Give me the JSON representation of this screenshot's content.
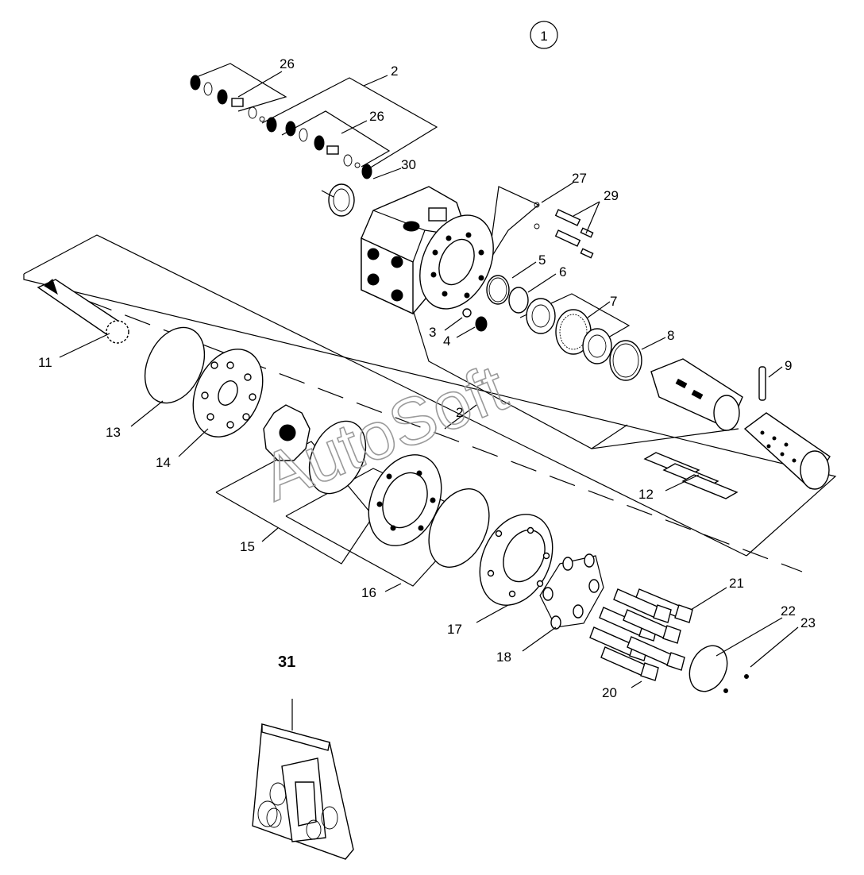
{
  "sheet_number": "1",
  "watermark": "AutoSoft",
  "callouts": [
    {
      "id": "c2a",
      "text": "2"
    },
    {
      "id": "c2b",
      "text": "2"
    },
    {
      "id": "c3",
      "text": "3"
    },
    {
      "id": "c4",
      "text": "4"
    },
    {
      "id": "c5",
      "text": "5"
    },
    {
      "id": "c6",
      "text": "6"
    },
    {
      "id": "c7",
      "text": "7"
    },
    {
      "id": "c8",
      "text": "8"
    },
    {
      "id": "c9",
      "text": "9"
    },
    {
      "id": "c11",
      "text": "11"
    },
    {
      "id": "c12",
      "text": "12"
    },
    {
      "id": "c13",
      "text": "13"
    },
    {
      "id": "c14",
      "text": "14"
    },
    {
      "id": "c15",
      "text": "15"
    },
    {
      "id": "c16",
      "text": "16"
    },
    {
      "id": "c17",
      "text": "17"
    },
    {
      "id": "c18",
      "text": "18"
    },
    {
      "id": "c20",
      "text": "20"
    },
    {
      "id": "c21",
      "text": "21"
    },
    {
      "id": "c22",
      "text": "22"
    },
    {
      "id": "c23",
      "text": "23"
    },
    {
      "id": "c26a",
      "text": "26"
    },
    {
      "id": "c26b",
      "text": "26"
    },
    {
      "id": "c27",
      "text": "27"
    },
    {
      "id": "c29",
      "text": "29"
    },
    {
      "id": "c30",
      "text": "30"
    },
    {
      "id": "c31",
      "text": "31"
    }
  ]
}
